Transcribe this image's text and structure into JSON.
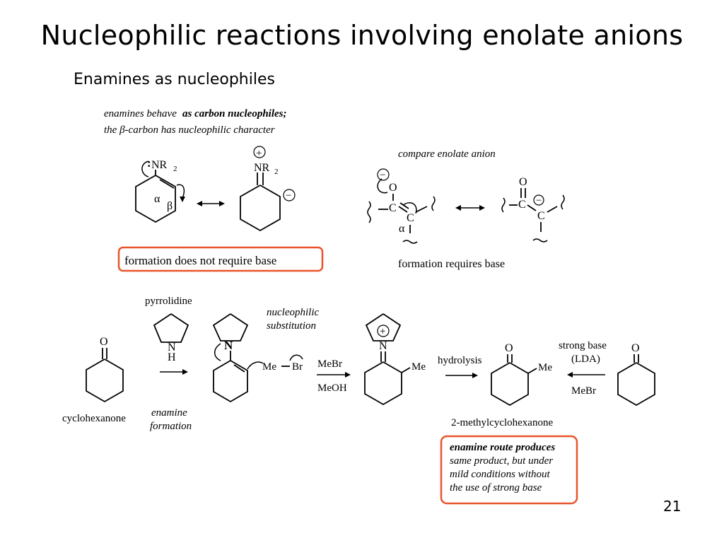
{
  "slide": {
    "title": "Nucleophilic reactions involving enolate anions",
    "subtitle": "Enamines as nucleophiles",
    "page_number": "21"
  },
  "top_left": {
    "caption_line1_part1": "enamines behave",
    "caption_line1_part2": "as carbon nucleophiles;",
    "caption_line2": "the β-carbon has nucleophilic character",
    "atom_nr2": "NR",
    "atom_nr2_sub": "2",
    "alpha": "α",
    "beta": "β",
    "plus": "+",
    "minus": "−",
    "boxed_note": "formation does not require base"
  },
  "top_right": {
    "caption": "compare enolate anion",
    "atom_o": "O",
    "atom_c": "C",
    "alpha": "α",
    "minus": "−",
    "note": "formation requires base"
  },
  "bottom": {
    "reagent_pyrrolidine": "pyrrolidine",
    "atom_n": "N",
    "atom_h": "H",
    "atom_o": "O",
    "label_cyclohexanone": "cyclohexanone",
    "label_enamine_formation_1": "enamine",
    "label_enamine_formation_2": "formation",
    "label_nucleophilic_1": "nucleophilic",
    "label_nucleophilic_2": "substitution",
    "me": "Me",
    "br": "Br",
    "reagent_mebr": "MeBr",
    "reagent_meoh": "MeOH",
    "label_hydrolysis": "hydrolysis",
    "reagent_strong_base": "strong base",
    "reagent_lda": "(LDA)",
    "product_name": "2-methylcyclohexanone",
    "boxed_note_lines": [
      "enamine route produces",
      "same product, but under",
      "mild conditions without",
      "the use of strong base"
    ]
  },
  "colors": {
    "highlight_box": "#e8552a",
    "text": "#000000"
  }
}
